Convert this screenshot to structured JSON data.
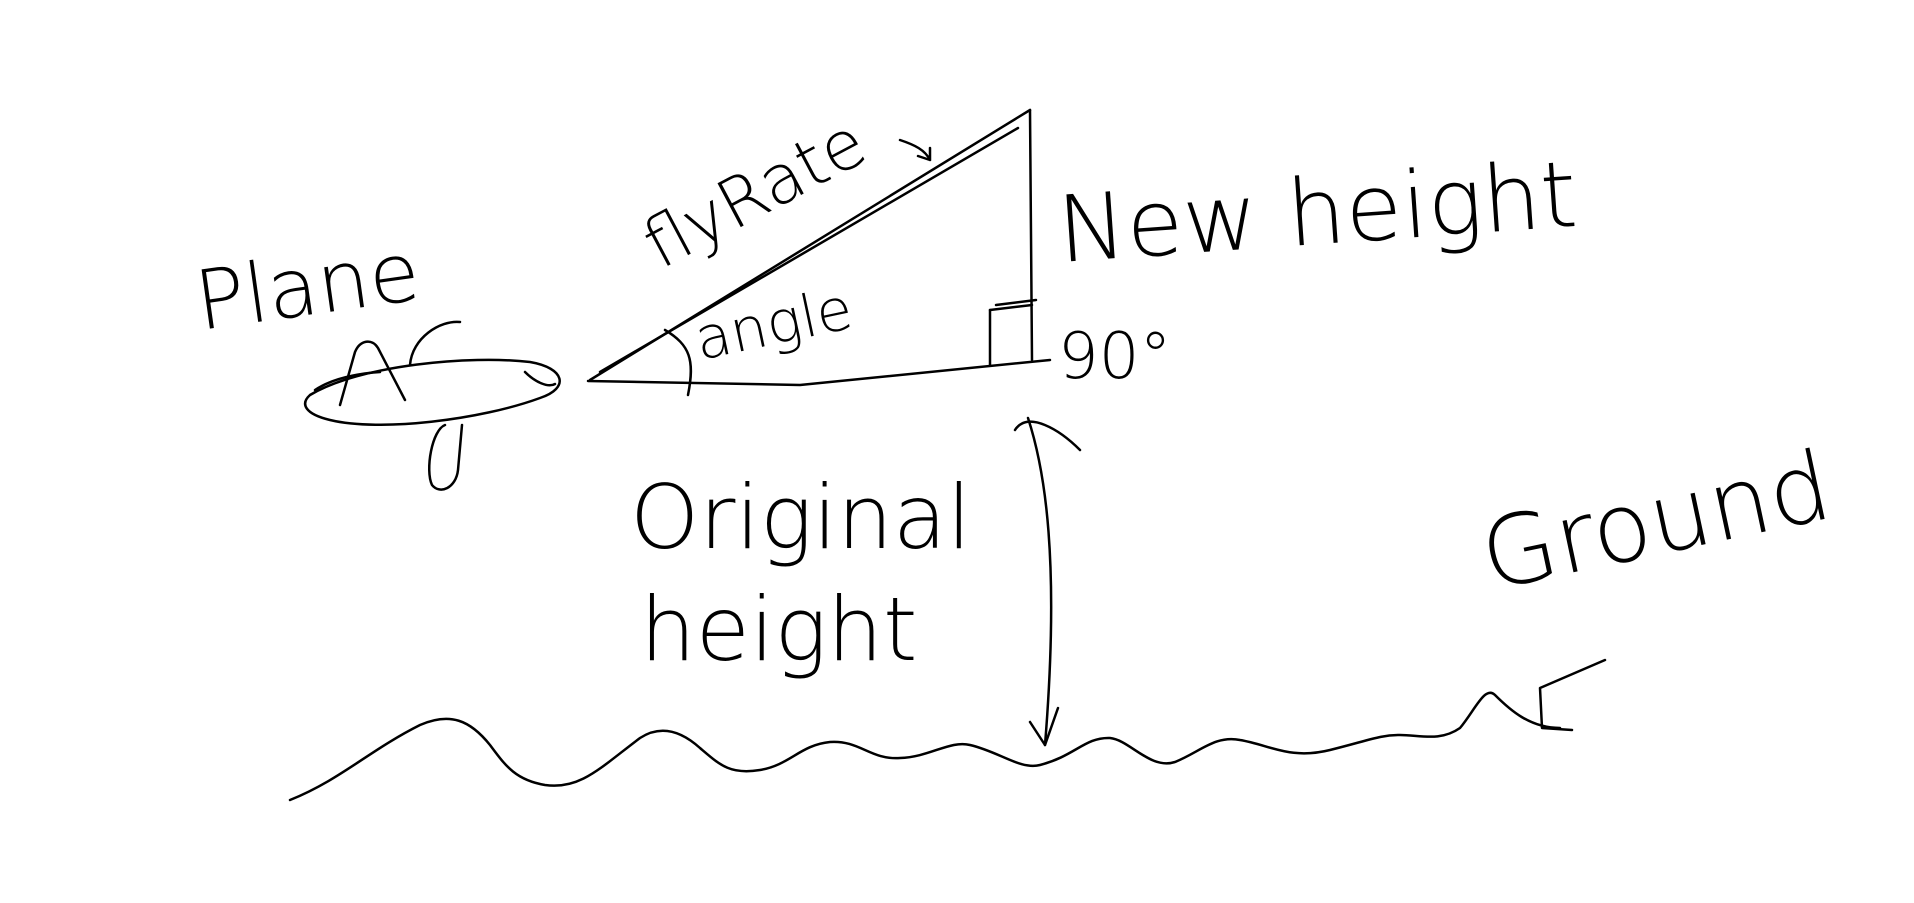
{
  "diagram": {
    "labels": {
      "plane": "Plane",
      "fly_rate": "flyRate",
      "angle": "angle",
      "new_height": "New height",
      "right_angle": "90°",
      "original_height": "Original",
      "original_height_line2": "height",
      "ground": "Ground"
    },
    "colors": {
      "ink": "#000000",
      "background": "#ffffff"
    }
  }
}
